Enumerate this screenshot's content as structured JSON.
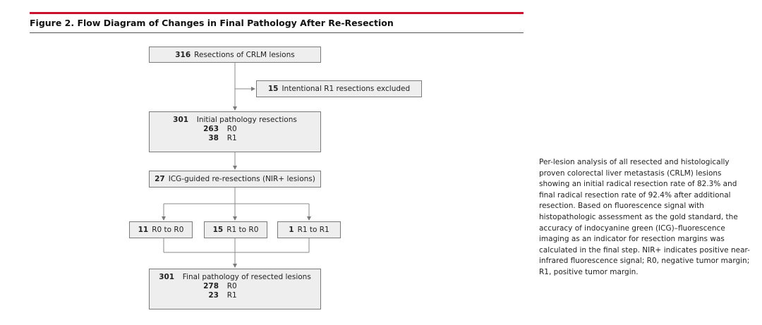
{
  "figure": {
    "title": "Figure 2. Flow Diagram of Changes in Final Pathology After Re-Resection",
    "caption": "Per-lesion analysis of all resected and histologically proven colorectal liver metastasis (CRLM) lesions showing an initial radical resection rate of 82.3% and final radical resection rate of 92.4% after additional resection. Based on fluorescence signal with histopathologic assessment as the gold standard, the accuracy of indocyanine green (ICG)–fluorescence imaging as an indicator for resection margins was calculated in the final step. NIR+ indicates positive near-infrared fluorescence signal; R0, negative tumor margin; R1, positive tumor margin.",
    "accent_color": "#c8102e",
    "box_fill": "#eeeeee",
    "box_border": "#7a7a7a"
  },
  "nodes": {
    "resections": {
      "count": "316",
      "label": "Resections of CRLM lesions"
    },
    "excluded": {
      "count": "15",
      "label": "Intentional R1 resections excluded"
    },
    "initial": {
      "count": "301",
      "label": "Initial pathology resections",
      "r0_count": "263",
      "r0_label": "R0",
      "r1_count": "38",
      "r1_label": "R1"
    },
    "reresections": {
      "count": "27",
      "label": "ICG-guided re-resections (NIR+ lesions)"
    },
    "r0_to_r0": {
      "count": "11",
      "label": "R0 to R0"
    },
    "r1_to_r0": {
      "count": "15",
      "label": "R1 to R0"
    },
    "r1_to_r1": {
      "count": "1",
      "label": "R1 to R1"
    },
    "final": {
      "count": "301",
      "label": "Final pathology of resected lesions",
      "r0_count": "278",
      "r0_label": "R0",
      "r1_count": "23",
      "r1_label": "R1"
    }
  }
}
